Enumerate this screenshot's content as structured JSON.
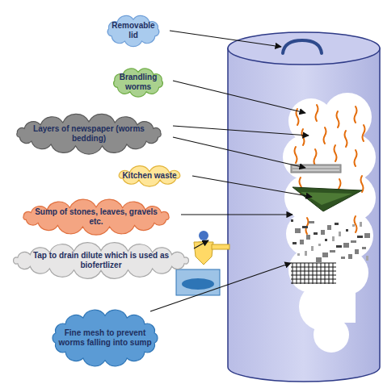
{
  "diagram": {
    "nodes": [
      {
        "text": [
          "Removable lid"
        ]
      },
      {
        "text": [
          "Brandling worms"
        ]
      },
      {
        "text": [
          "Layers of newspaper (worms bedding)"
        ]
      },
      {
        "text": [
          "Kitchen waste"
        ]
      },
      {
        "text": [
          "Sump of stones, leaves, gravels etc."
        ]
      },
      {
        "text": [
          "Tap to drain dilute which is used as biofertlizer"
        ]
      },
      {
        "text": [
          "Fine mesh to prevent worms falling into sump"
        ]
      }
    ]
  }
}
